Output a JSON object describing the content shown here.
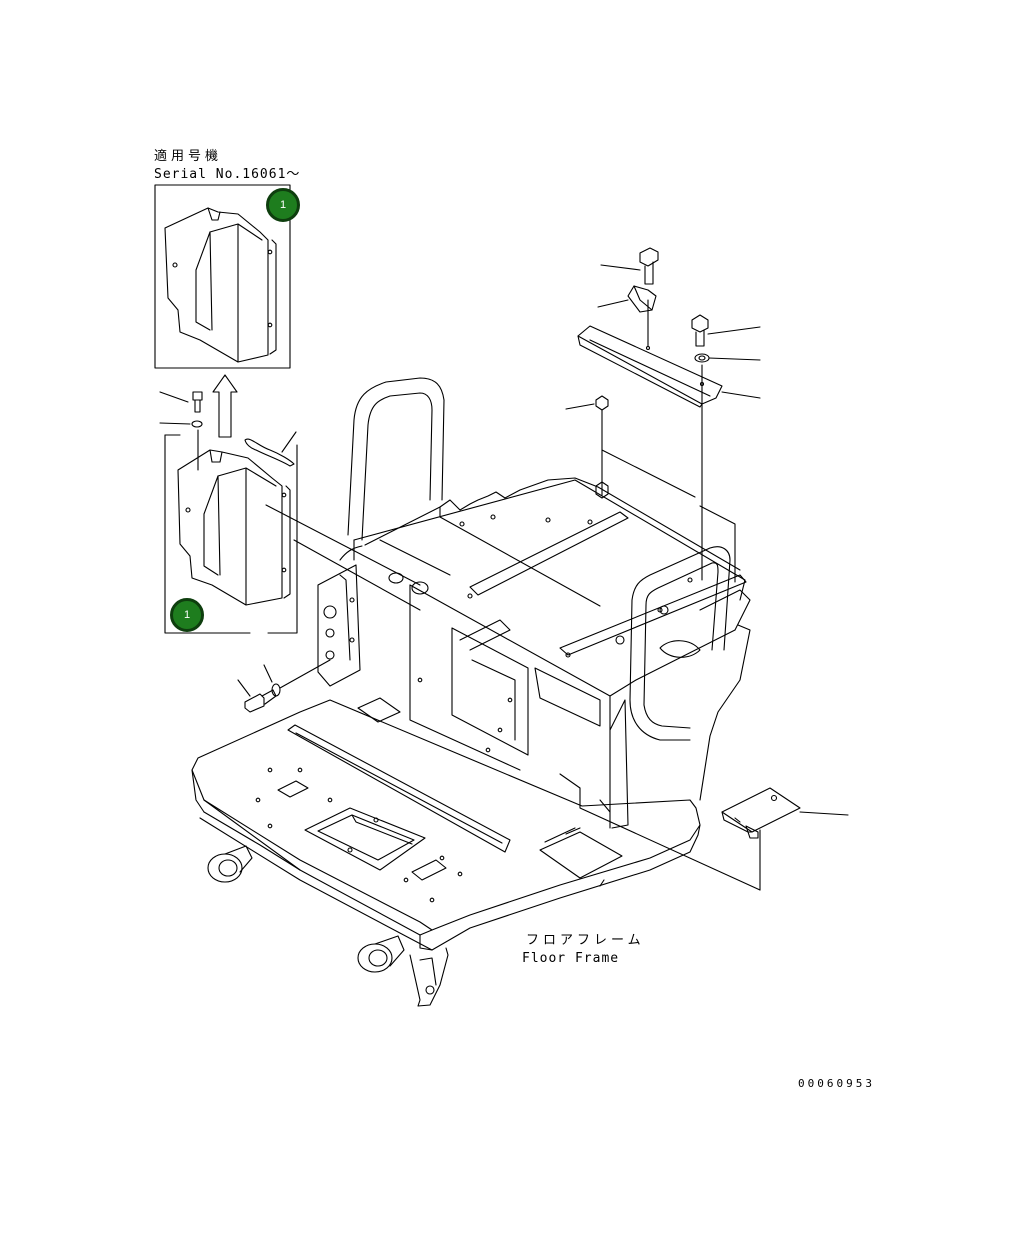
{
  "header": {
    "applicable_serial_jp": "適用号機",
    "serial_label": "Serial No.16061～"
  },
  "callouts": [
    {
      "id": "callout-top",
      "text": "1"
    },
    {
      "id": "callout-bottom",
      "text": "1"
    }
  ],
  "assembly": {
    "name_jp": "フロアフレーム",
    "name_en": "Floor Frame"
  },
  "drawing_code": "00060953",
  "colors": {
    "callout_fill": "#1e7d1e",
    "callout_border": "#0e3e0e",
    "line": "#000000"
  }
}
